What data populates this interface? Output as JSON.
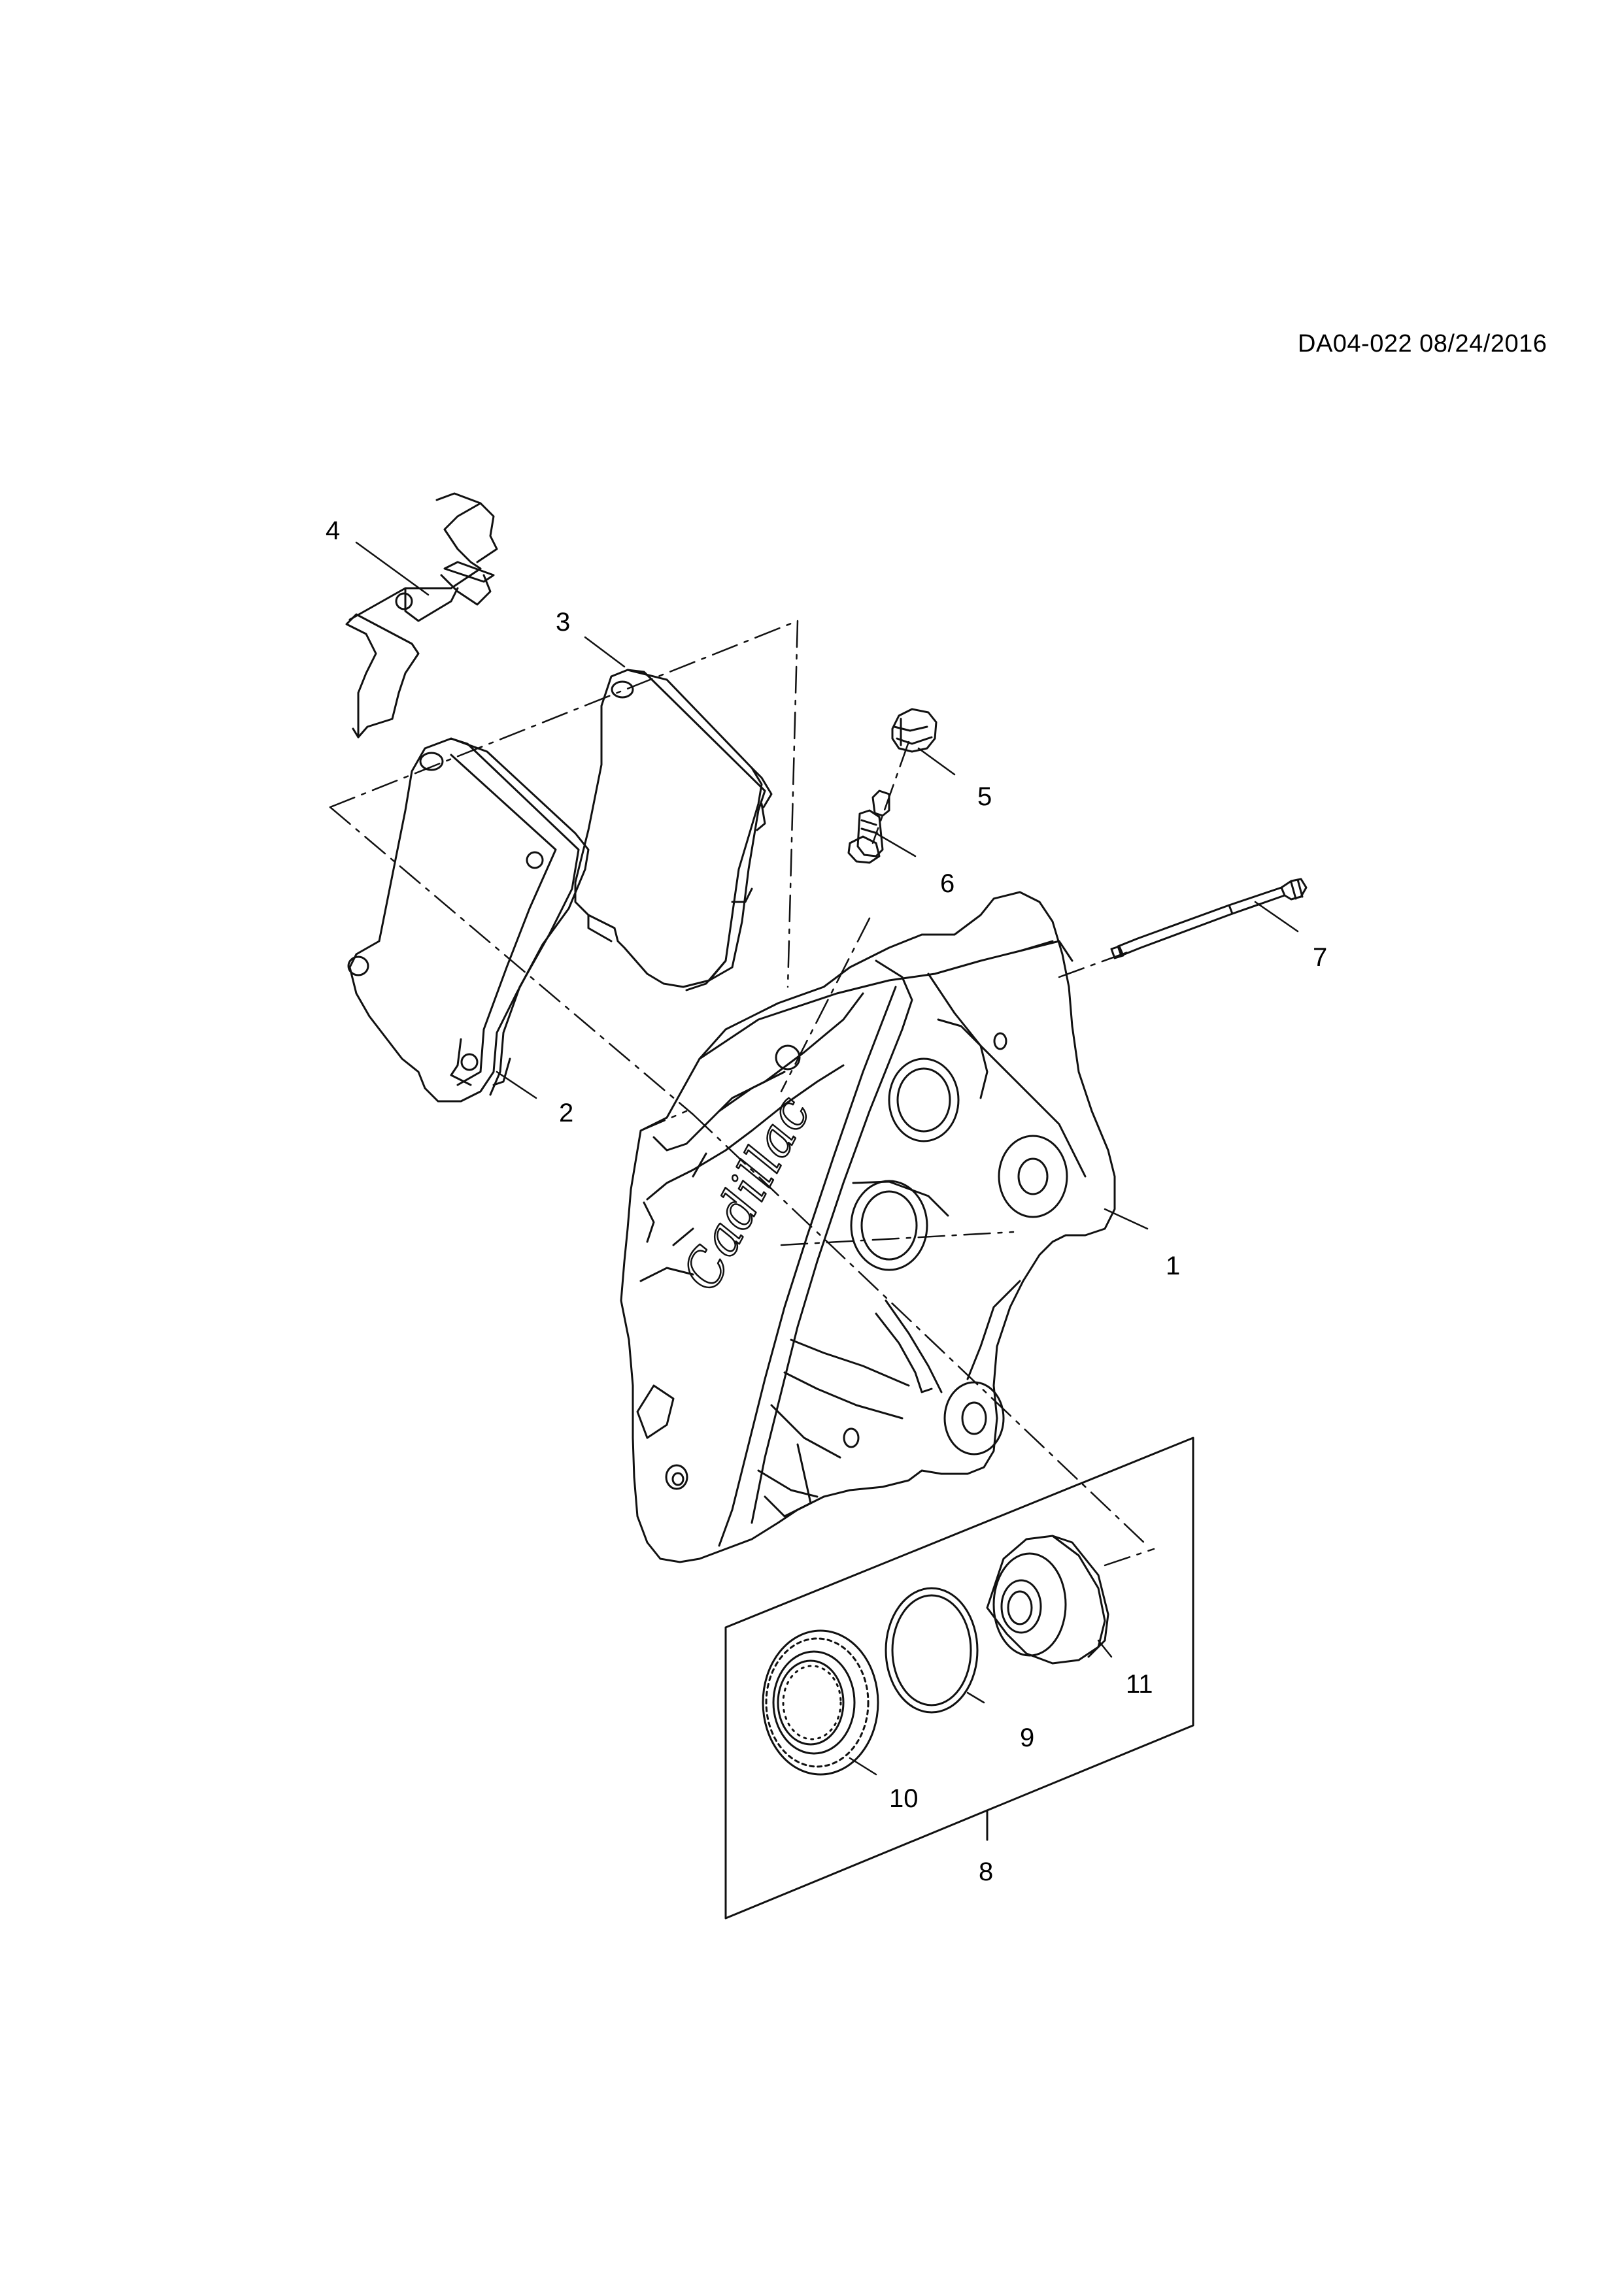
{
  "drawing": {
    "reference_code": "DA04-022 08/24/2016",
    "logo_text": "Cadillac"
  },
  "callouts": [
    {
      "id": "1",
      "part": "caliper-housing"
    },
    {
      "id": "2",
      "part": "inner-brake-pad"
    },
    {
      "id": "3",
      "part": "outer-brake-pad"
    },
    {
      "id": "4",
      "part": "pad-spring-clip"
    },
    {
      "id": "5",
      "part": "bleeder-cap"
    },
    {
      "id": "6",
      "part": "bleeder-valve"
    },
    {
      "id": "7",
      "part": "guide-pin"
    },
    {
      "id": "8",
      "part": "piston-seal-kit"
    },
    {
      "id": "9",
      "part": "piston-seal-ring"
    },
    {
      "id": "10",
      "part": "dust-boot"
    },
    {
      "id": "11",
      "part": "piston"
    }
  ]
}
